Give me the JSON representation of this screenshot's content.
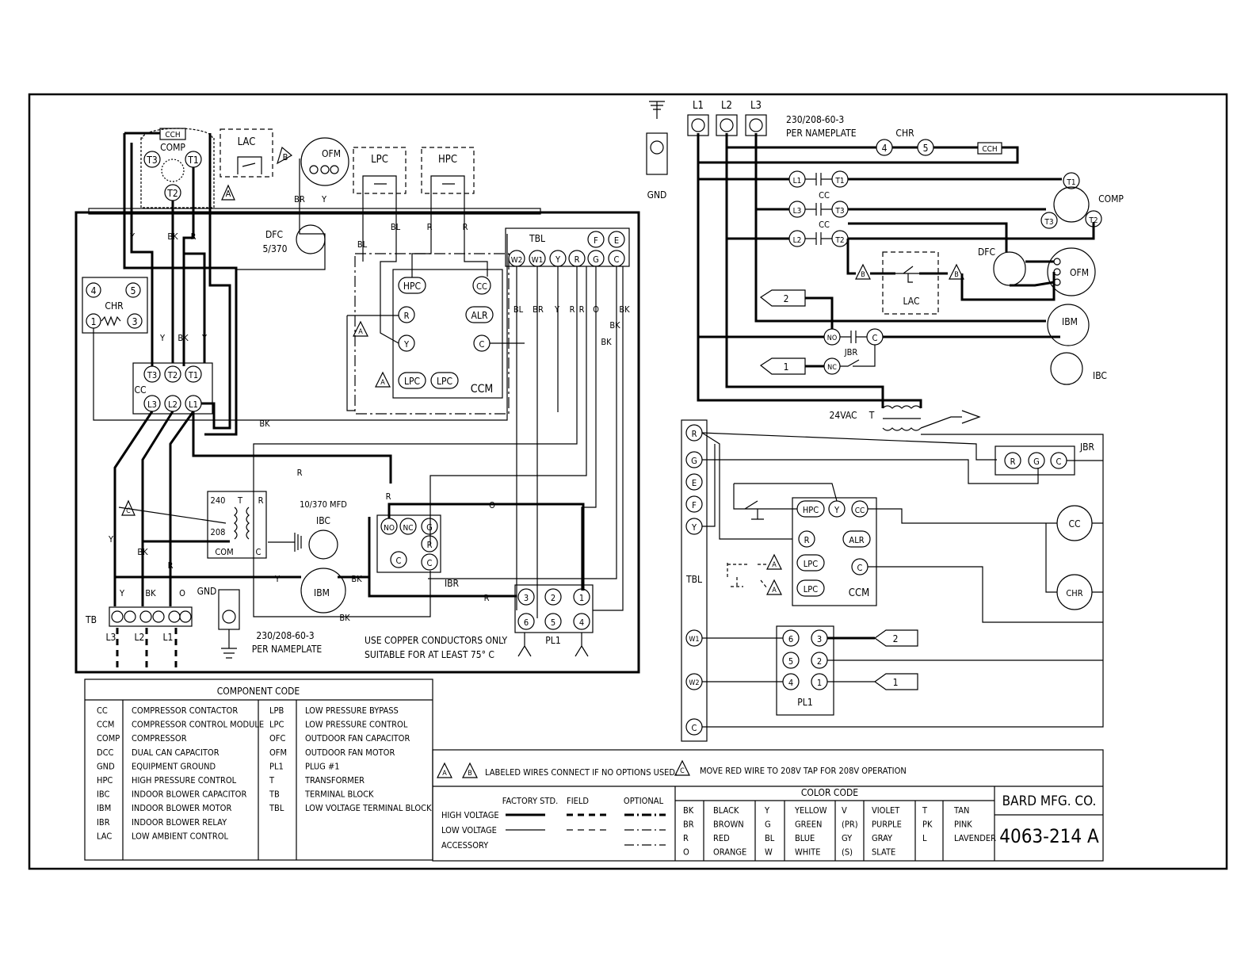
{
  "left": {
    "comp_block": {
      "cch": "CCH",
      "comp": "COMP",
      "t3": "T3",
      "t1": "T1",
      "t2": "T2"
    },
    "lac": "LAC",
    "ofm": "OFM",
    "b": "B",
    "a": "A",
    "lpc": "LPC",
    "hpc": "HPC",
    "wire_br": "BR",
    "wire_y": "Y",
    "dfc": "DFC",
    "dfc_rating": "5/370",
    "wire_bl": "BL",
    "wire_r": "R",
    "wire_bk": "BK",
    "wire_o": "O",
    "chr": {
      "label": "CHR",
      "t4": "4",
      "t5": "5",
      "t1": "1",
      "t3": "3"
    },
    "cc": {
      "label": "CC",
      "t3": "T3",
      "t2": "T2",
      "t1": "T1",
      "l3": "L3",
      "l2": "L2",
      "l1": "L1"
    },
    "tbl": {
      "label": "TBL",
      "f": "F",
      "e": "E",
      "w2": "W2",
      "w1": "W1",
      "y": "Y",
      "r": "R",
      "g": "G",
      "c": "C"
    },
    "ccm": {
      "label": "CCM",
      "hpc": "HPC",
      "cc": "CC",
      "r": "R",
      "alr": "ALR",
      "y": "Y",
      "c": "C",
      "lpc1": "LPC",
      "lpc2": "LPC"
    },
    "transformer": {
      "t240": "240",
      "t": "T",
      "r": "R",
      "t208": "208",
      "com": "COM",
      "c": "C"
    },
    "mfd": "10/370 MFD",
    "ibc": "IBC",
    "ibm": "IBM",
    "ibr": {
      "label": "IBR",
      "no": "NO",
      "nc": "NC",
      "g": "G",
      "r": "R",
      "c": "C"
    },
    "pl1": {
      "label": "PL1",
      "p3": "3",
      "p2": "2",
      "p1": "1",
      "p6": "6",
      "p5": "5",
      "p4": "4"
    },
    "tb": {
      "label": "TB",
      "l3": "L3",
      "l2": "L2",
      "l1": "L1"
    },
    "gnd": "GND",
    "supply": "230/208-60-3",
    "per_nameplate": "PER NAMEPLATE",
    "copper_1": "USE COPPER CONDUCTORS ONLY",
    "copper_2": "SUITABLE FOR AT LEAST 75° C",
    "c_note": "C"
  },
  "right": {
    "l1": "L1",
    "l2": "L2",
    "l3": "L3",
    "supply": "230/208-60-3",
    "per_nameplate": "PER NAMEPLATE",
    "gnd": "GND",
    "chr": "CHR",
    "chr_4": "4",
    "chr_5": "5",
    "cch": "CCH",
    "cc": "CC",
    "comp": "COMP",
    "t1": "T1",
    "t2": "T2",
    "t3": "T3",
    "dfc": "DFC",
    "ofm": "OFM",
    "lac": "LAC",
    "b": "B",
    "ibm": "IBM",
    "ibc": "IBC",
    "no": "NO",
    "c": "C",
    "nc": "NC",
    "jbr": "JBR",
    "flag2": "2",
    "flag1": "1",
    "vac": "24VAC",
    "t": "T",
    "tbl": "TBL",
    "r": "R",
    "g": "G",
    "e": "E",
    "f": "F",
    "y": "Y",
    "w1": "W1",
    "w2": "W2",
    "hpc": "HPC",
    "alr": "ALR",
    "lpc": "LPC",
    "ccm": "CCM",
    "a": "A",
    "pl1": "PL1",
    "p6": "6",
    "p3": "3",
    "p5": "5",
    "p2": "2",
    "p4": "4",
    "p1": "1"
  },
  "component_code": {
    "title": "COMPONENT CODE",
    "left": [
      {
        "code": "CC",
        "desc": "COMPRESSOR CONTACTOR"
      },
      {
        "code": "CCM",
        "desc": "COMPRESSOR CONTROL MODULE"
      },
      {
        "code": "COMP",
        "desc": "COMPRESSOR"
      },
      {
        "code": "DCC",
        "desc": "DUAL CAN CAPACITOR"
      },
      {
        "code": "GND",
        "desc": "EQUIPMENT GROUND"
      },
      {
        "code": "HPC",
        "desc": "HIGH PRESSURE CONTROL"
      },
      {
        "code": "IBC",
        "desc": "INDOOR BLOWER CAPACITOR"
      },
      {
        "code": "IBM",
        "desc": "INDOOR BLOWER MOTOR"
      },
      {
        "code": "IBR",
        "desc": "INDOOR BLOWER RELAY"
      },
      {
        "code": "LAC",
        "desc": "LOW AMBIENT CONTROL"
      }
    ],
    "right": [
      {
        "code": "LPB",
        "desc": "LOW PRESSURE BYPASS"
      },
      {
        "code": "LPC",
        "desc": "LOW PRESSURE CONTROL"
      },
      {
        "code": "OFC",
        "desc": "OUTDOOR FAN CAPACITOR"
      },
      {
        "code": "OFM",
        "desc": "OUTDOOR FAN MOTOR"
      },
      {
        "code": "PL1",
        "desc": "PLUG #1"
      },
      {
        "code": "T",
        "desc": "TRANSFORMER"
      },
      {
        "code": "TB",
        "desc": "TERMINAL BLOCK"
      },
      {
        "code": "TBL",
        "desc": "LOW VOLTAGE TERMINAL BLOCK"
      }
    ]
  },
  "notes": {
    "a": "A",
    "b": "B",
    "c": "C",
    "note_ab": "LABELED WIRES CONNECT IF NO OPTIONS USED.",
    "note_c": "MOVE RED WIRE TO 208V TAP FOR 208V OPERATION"
  },
  "legend": {
    "factory": "FACTORY STD.",
    "field": "FIELD",
    "optional": "OPTIONAL",
    "high": "HIGH VOLTAGE",
    "low": "LOW VOLTAGE",
    "accessory": "ACCESSORY"
  },
  "color_code": {
    "title": "COLOR CODE",
    "columns": [
      [
        {
          "c": "BK",
          "n": "BLACK"
        },
        {
          "c": "BR",
          "n": "BROWN"
        },
        {
          "c": "R",
          "n": "RED"
        },
        {
          "c": "O",
          "n": "ORANGE"
        }
      ],
      [
        {
          "c": "Y",
          "n": "YELLOW"
        },
        {
          "c": "G",
          "n": "GREEN"
        },
        {
          "c": "BL",
          "n": "BLUE"
        },
        {
          "c": "W",
          "n": "WHITE"
        }
      ],
      [
        {
          "c": "V",
          "n": "VIOLET"
        },
        {
          "c": "(PR)",
          "n": "PURPLE"
        },
        {
          "c": "GY",
          "n": "GRAY"
        },
        {
          "c": "(S)",
          "n": "SLATE"
        }
      ],
      [
        {
          "c": "T",
          "n": "TAN"
        },
        {
          "c": "PK",
          "n": "PINK"
        },
        {
          "c": "L",
          "n": "LAVENDER"
        }
      ]
    ]
  },
  "title_block": {
    "company": "BARD MFG. CO.",
    "drawing_no": "4063-214 A"
  }
}
